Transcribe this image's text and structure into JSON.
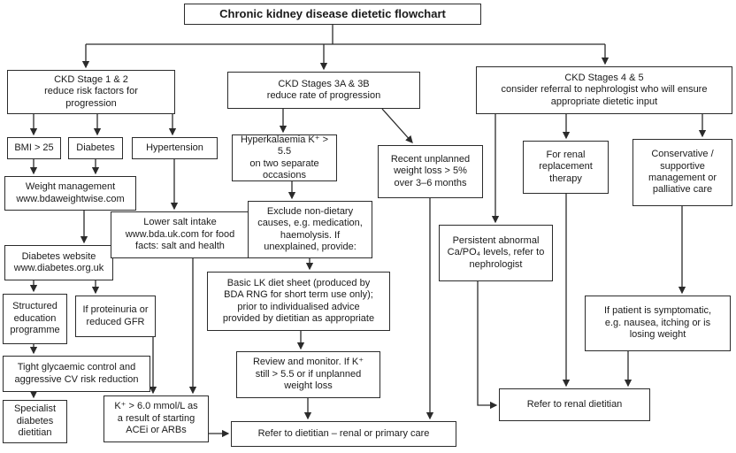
{
  "title": "Chronic kidney disease dietetic flowchart",
  "colors": {
    "ink": "#2b2b2b",
    "background": "#ffffff"
  },
  "nodes": {
    "ckd12": "CKD Stage 1 & 2\nreduce risk factors for\nprogression",
    "ckd3": "CKD Stages 3A & 3B\nreduce rate of progression",
    "ckd45": "CKD Stages 4 & 5\nconsider referral to nephrologist who will ensure\nappropriate dietetic input",
    "bmi": "BMI > 25",
    "diabetes": "Diabetes",
    "hypertension": "Hypertension",
    "weight": "Weight management\nwww.bdaweightwise.com",
    "dwebsite": "Diabetes website\nwww.diabetes.org.uk",
    "structured": "Structured\neducation\nprogramme",
    "proteinuria": "If proteinuria or\nreduced GFR",
    "glycaemic": "Tight glycaemic control and\naggressive CV risk reduction",
    "specialist": "Specialist\ndiabetes\ndietitian",
    "kplus": "K⁺ > 6.0 mmol/L as\na result of starting\nACEi or ARBs",
    "salt": "Lower salt intake\nwww.bda.uk.com for food\nfacts: salt and health",
    "hyperk": "Hyperkalaemia K⁺ > 5.5\non two separate\noccasions",
    "exclude": "Exclude non-dietary\ncauses, e.g. medication,\nhaemolysis. If\nunexplained, provide:",
    "basiclk": "Basic LK diet sheet (produced by\nBDA RNG for short term use only);\nprior to individualised advice\nprovided by dietitian as appropriate",
    "review": "Review and monitor. If K⁺\nstill > 5.5 or if unplanned\nweight loss",
    "referprimary": "Refer to dietitian – renal or primary care",
    "weightloss": "Recent unplanned\nweight loss > 5%\nover 3–6 months",
    "rrt": "For renal\nreplacement\ntherapy",
    "conservative": "Conservative /\nsupportive\nmanagement or\npalliative care",
    "capo4": "Persistent abnormal\nCa/PO₄ levels, refer to\nnephrologist",
    "symptomatic": "If patient is symptomatic,\ne.g. nausea, itching or is\nlosing weight",
    "referrenal": "Refer to renal dietitian"
  }
}
